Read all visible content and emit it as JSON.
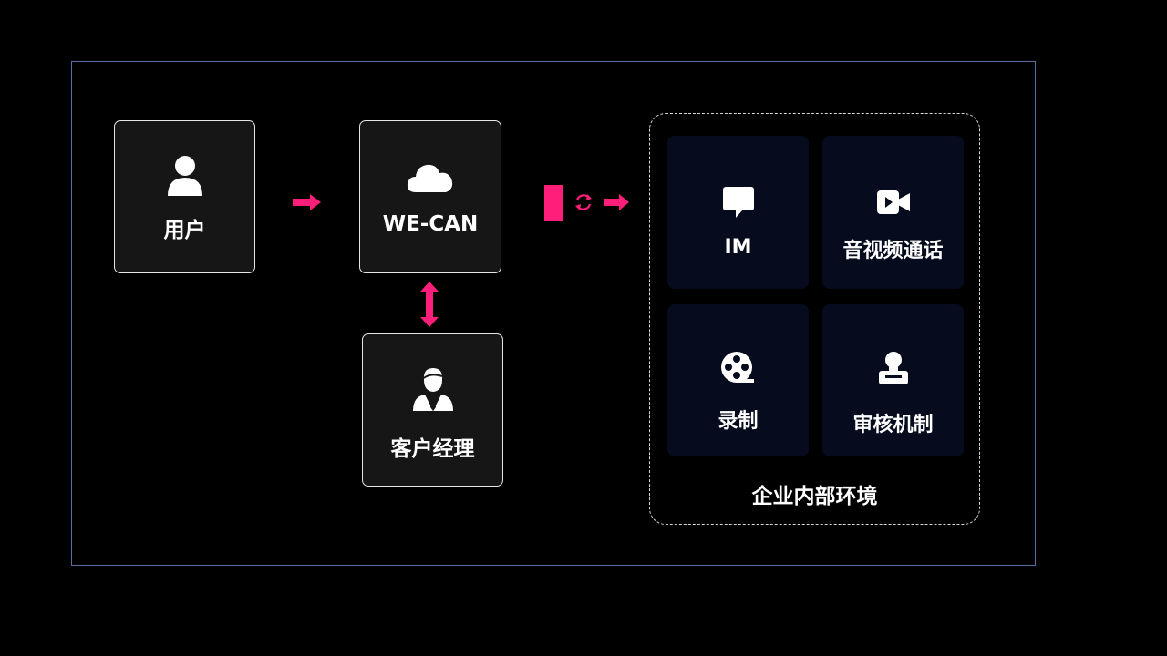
{
  "diagram": {
    "accent_color": "#ff1f7a",
    "nodes": {
      "user": {
        "label": "用户",
        "icon": "user-icon"
      },
      "wecan": {
        "label": "WE-CAN",
        "icon": "cloud-icon"
      },
      "manager": {
        "label": "客户经理",
        "icon": "business-person-icon"
      }
    },
    "enterprise": {
      "label": "企业内部环境",
      "tiles": [
        {
          "label": "IM",
          "icon": "chat-bubble-icon"
        },
        {
          "label": "音视频通话",
          "icon": "video-camera-icon"
        },
        {
          "label": "录制",
          "icon": "film-reel-icon"
        },
        {
          "label": "审核机制",
          "icon": "stamp-icon"
        }
      ]
    },
    "connectors": [
      {
        "from": "user",
        "to": "wecan",
        "type": "arrow-right"
      },
      {
        "from": "wecan",
        "to": "manager",
        "type": "arrow-bidirectional-vertical"
      },
      {
        "from": "wecan",
        "to": "enterprise",
        "type": "gateway-sync-arrow-right"
      }
    ]
  }
}
